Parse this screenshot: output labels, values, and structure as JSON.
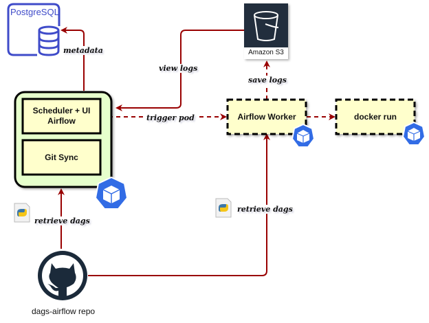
{
  "nodes": {
    "postgres": {
      "label": "PostgreSQL",
      "icon": "database-icon"
    },
    "s3": {
      "label": "Amazon S3",
      "icon": "s3-bucket-icon"
    },
    "scheduler_pod": {
      "icon": "kubernetes-pod-icon",
      "containers": [
        {
          "label_line1": "Scheduler + UI",
          "label_line2": "Airflow"
        },
        {
          "label": "Git Sync"
        }
      ]
    },
    "worker": {
      "label": "Airflow Worker",
      "icon": "kubernetes-pod-icon"
    },
    "docker": {
      "label": "docker run",
      "icon": "kubernetes-pod-icon"
    },
    "repo": {
      "label": "dags-airflow repo",
      "icon": "github-icon"
    }
  },
  "edges": [
    {
      "from": "scheduler_pod",
      "to": "postgres",
      "label": "metadata",
      "style": "solid"
    },
    {
      "from": "s3",
      "to": "scheduler_pod",
      "label": "view logs",
      "style": "solid"
    },
    {
      "from": "scheduler_pod",
      "to": "worker",
      "label": "trigger pod",
      "style": "dashed"
    },
    {
      "from": "worker",
      "to": "s3",
      "label": "save logs",
      "style": "dashed"
    },
    {
      "from": "worker",
      "to": "docker",
      "label": "",
      "style": "dashed"
    },
    {
      "from": "repo",
      "to": "scheduler_pod",
      "label": "retrieve dags",
      "style": "solid",
      "icon": "python-file-icon"
    },
    {
      "from": "repo",
      "to": "worker",
      "label": "retrieve dags",
      "style": "solid",
      "icon": "python-file-icon"
    }
  ],
  "colors": {
    "edge": "#990000",
    "postgres_border": "#3f4bc9",
    "pod_fill": "#e6ffcc",
    "container_fill": "#ffffcc",
    "s3_bg": "#232f3e",
    "k8s_blue": "#326ce5",
    "github": "#1b2a3a"
  }
}
